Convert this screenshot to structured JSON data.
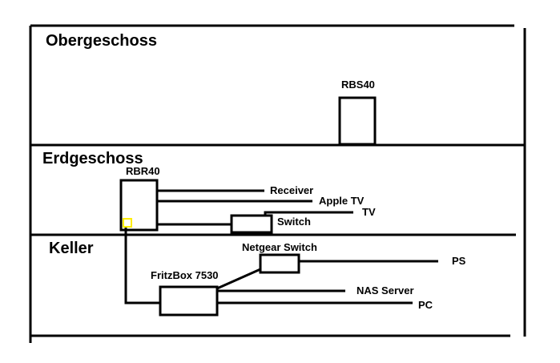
{
  "colors": {
    "ink": "#000000",
    "background": "#ffffff",
    "highlight": "#ffee00"
  },
  "floors": {
    "upper": "Obergeschoss",
    "ground": "Erdgeschoss",
    "basement": "Keller"
  },
  "devices": {
    "rbs40": "RBS40",
    "rbr40": "RBR40",
    "receiver": "Receiver",
    "apple_tv": "Apple TV",
    "tv": "TV",
    "switch": "Switch",
    "netgear_switch": "Netgear Switch",
    "ps": "PS",
    "fritzbox": "FritzBox 7530",
    "nas": "NAS Server",
    "pc": "PC"
  }
}
